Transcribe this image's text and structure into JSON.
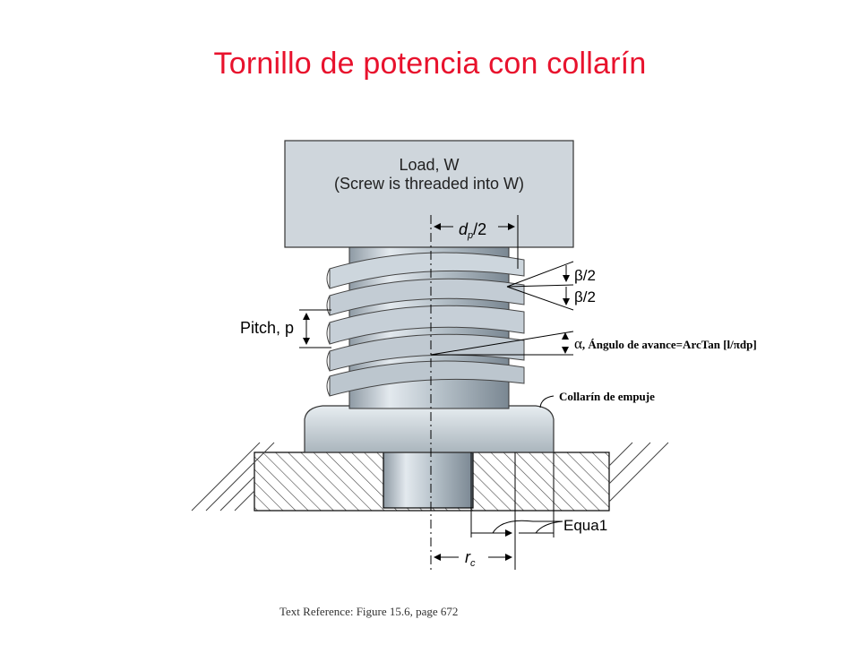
{
  "slide": {
    "title": "Tornillo de potencia con collarín",
    "footer": "Text Reference:  Figure 15.6,  page 672"
  },
  "figure": {
    "load_line1": "Load, W",
    "load_line2": "(Screw is threaded into W)",
    "dp_label": "d",
    "dp_sub": "p",
    "dp_suffix": "/2",
    "beta_top": "β/2",
    "beta_bottom": "β/2",
    "pitch_label": "Pitch, p",
    "alpha_symbol": "α",
    "alpha_label": ", Ángulo de avance=ArcTan [l/πdp]",
    "collar_label": "Collarín de empuje",
    "rc_label": "r",
    "rc_sub": "c",
    "equa_label": "Equa1"
  },
  "colors": {
    "title": "#e8122d",
    "load_block": "#cfd6dc",
    "thread_light": "#dce4ea",
    "thread_dark": "#7f8c97",
    "hatch": "#444444"
  }
}
